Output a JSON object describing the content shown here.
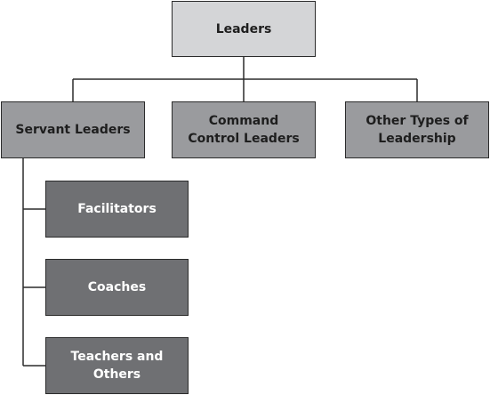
{
  "root": {
    "label": "Leaders"
  },
  "level1": [
    {
      "label": "Servant Leaders"
    },
    {
      "label": "Command\nControl Leaders"
    },
    {
      "label": "Other Types of\nLeadership"
    }
  ],
  "servant_children": [
    {
      "label": "Facilitators"
    },
    {
      "label": "Coaches"
    },
    {
      "label": "Teachers and\nOthers"
    }
  ],
  "colors": {
    "root_fill": "#d4d5d7",
    "level1_fill": "#9a9b9e",
    "level2_fill": "#6f7073",
    "border": "#2b2b2b",
    "connector": "#2b2b2b"
  }
}
